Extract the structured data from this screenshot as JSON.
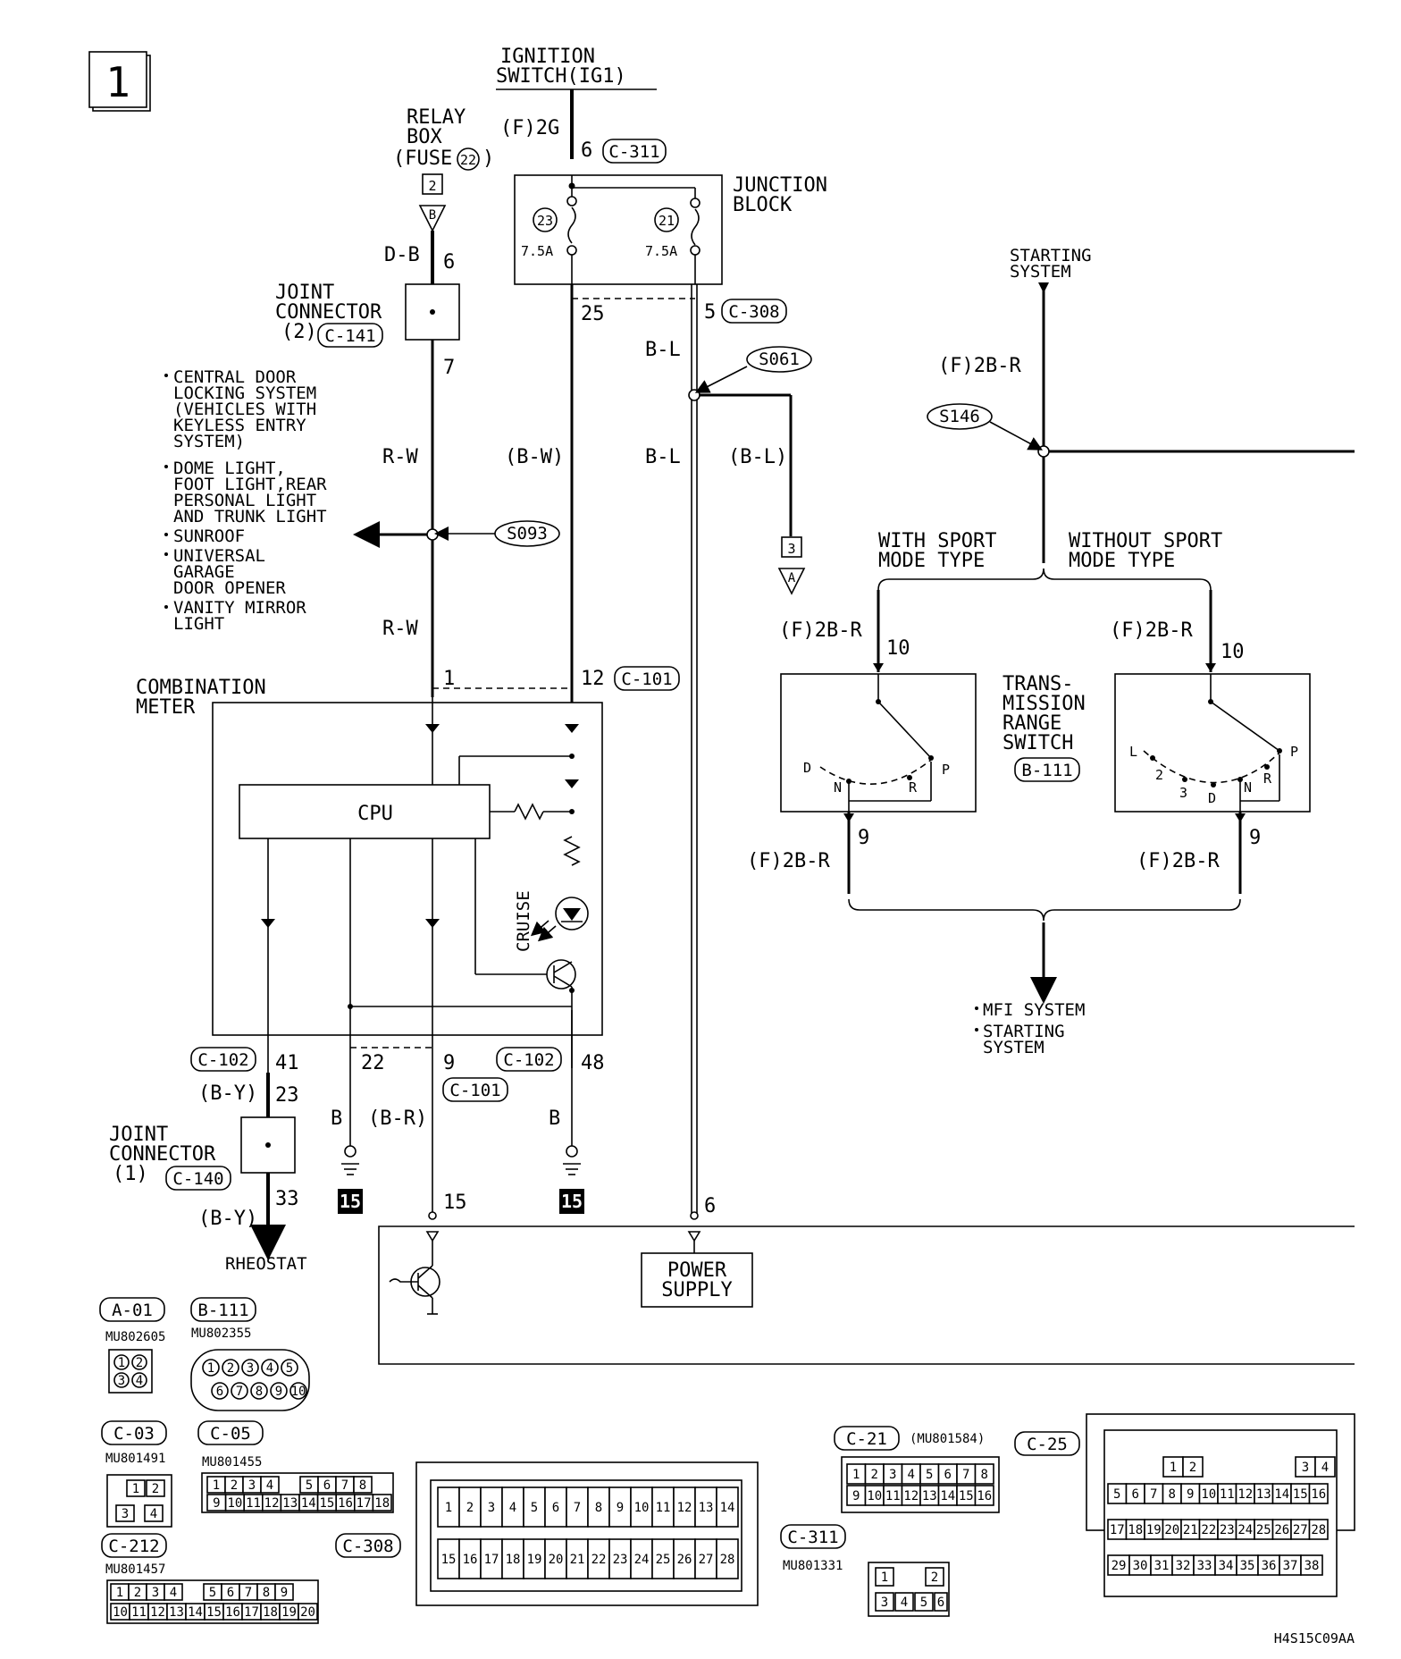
{
  "page_number": "1",
  "diagram_code": "H4S15C09AA",
  "power": {
    "ignition_switch_l1": "IGNITION",
    "ignition_switch_l2": "SWITCH(IG1)",
    "ig_wire": "(F)2G",
    "relay_box_l1": "RELAY",
    "relay_box_l2": "BOX",
    "relay_box_l3": "(FUSE",
    "relay_box_fuse": "22",
    "relay_box_l3_end": ")",
    "ref_2": "2",
    "ref_b": "B",
    "ref_3": "3",
    "ref_a": "A"
  },
  "junction_block": {
    "title_l1": "JUNCTION",
    "title_l2": "BLOCK",
    "in_pin": "6",
    "in_conn": "C-311",
    "fuse_23": "23",
    "fuse_21": "21",
    "rating_23": "7.5A",
    "rating_21": "7.5A",
    "out_pin_left": "25",
    "out_pin_right": "5",
    "out_conn": "C-308"
  },
  "joint_connector_2": {
    "title_l1": "JOINT",
    "title_l2": "CONNECTOR",
    "title_l3": "(2)",
    "conn": "C-141",
    "pin_in": "6",
    "pin_out": "7",
    "wire_in": "D-B"
  },
  "joint_connector_1": {
    "title_l1": "JOINT",
    "title_l2": "CONNECTOR",
    "title_l3": "(1)",
    "conn": "C-140",
    "pin_in": "23",
    "pin_out": "33",
    "wire_in": "(B-Y)",
    "wire_out": "(B-Y)",
    "destination": "RHEOSTAT"
  },
  "splices": {
    "s093": "S093",
    "s061": "S061",
    "s146": "S146"
  },
  "wires": {
    "rw_upper": "R-W",
    "rw_lower": "R-W",
    "bw": "(B-W)",
    "bl_upper": "B-L",
    "bl_lower": "B-L",
    "bl_branch": "(B-L)",
    "ground_b_left": "B",
    "br": "(B-R)",
    "ground_b_right": "B",
    "start_wire": "(F)2B-R"
  },
  "branch_list": [
    "CENTRAL DOOR",
    "LOCKING SYSTEM",
    "(VEHICLES WITH",
    " KEYLESS ENTRY",
    " SYSTEM)",
    "DOME LIGHT,",
    "FOOT LIGHT,REAR",
    "PERSONAL LIGHT",
    "AND TRUNK LIGHT",
    "SUNROOF",
    "UNIVERSAL",
    "GARAGE",
    "DOOR OPENER",
    "VANITY MIRROR",
    "LIGHT"
  ],
  "combination_meter": {
    "title_l1": "COMBINATION",
    "title_l2": "METER",
    "cpu": "CPU",
    "cruise": "CRUISE",
    "pin_1": "1",
    "pin_12": "12",
    "conn_top": "C-101",
    "conn_102_left": "C-102",
    "pin_41": "41",
    "pin_22": "22",
    "pin_9": "9",
    "conn_101_bottom": "C-101",
    "conn_102_right": "C-102",
    "pin_48": "48"
  },
  "grounds": {
    "left": "15",
    "right": "15"
  },
  "lower_pins": {
    "pin_15": "15",
    "pin_6": "6"
  },
  "power_supply": {
    "l1": "POWER",
    "l2": "SUPPLY"
  },
  "starting": {
    "title_l1": "STARTING",
    "title_l2": "SYSTEM",
    "with_l1": "WITH SPORT",
    "with_l2": "MODE TYPE",
    "without_l1": "WITHOUT SPORT",
    "without_l2": "MODE TYPE",
    "wire_with_top": "(F)2B-R",
    "wire_without_top": "(F)2B-R",
    "pin_10_left": "10",
    "pin_10_right": "10",
    "pin_9_left": "9",
    "pin_9_right": "9",
    "wire_with_bottom": "(F)2B-R",
    "wire_without_bottom": "(F)2B-R"
  },
  "trans_switch": {
    "title_l1": "TRANS-",
    "title_l2": "MISSION",
    "title_l3": "RANGE",
    "title_l4": "SWITCH",
    "conn": "B-111",
    "left_positions": [
      "D",
      "N",
      "R",
      "P"
    ],
    "right_positions": [
      "L",
      "2",
      "3",
      "D",
      "N",
      "R",
      "P"
    ]
  },
  "destinations": [
    "MFI SYSTEM",
    "STARTING",
    "SYSTEM"
  ],
  "connector_views": {
    "a01": {
      "code": "A-01",
      "part": "MU802605",
      "pins": [
        "1",
        "2",
        "3",
        "4"
      ]
    },
    "b111": {
      "code": "B-111",
      "part": "MU802355",
      "pins": [
        "1",
        "2",
        "3",
        "4",
        "5",
        "6",
        "7",
        "8",
        "9",
        "10"
      ]
    },
    "c03": {
      "code": "C-03",
      "part": "MU801491",
      "pins": [
        "1",
        "2",
        "3",
        "4"
      ]
    },
    "c05": {
      "code": "C-05",
      "part": "MU801455",
      "row1": [
        "1",
        "2",
        "3",
        "4",
        "5",
        "6",
        "7",
        "8"
      ],
      "row2": [
        "9",
        "10",
        "11",
        "12",
        "13",
        "14",
        "15",
        "16",
        "17",
        "18"
      ]
    },
    "c212": {
      "code": "C-212",
      "part": "MU801457",
      "row1": [
        "1",
        "2",
        "3",
        "4",
        "5",
        "6",
        "7",
        "8",
        "9"
      ],
      "row2": [
        "10",
        "11",
        "12",
        "13",
        "14",
        "15",
        "16",
        "17",
        "18",
        "19",
        "20"
      ]
    },
    "c308": {
      "code": "C-308",
      "row1": [
        "1",
        "2",
        "3",
        "4",
        "5",
        "6",
        "7",
        "8",
        "9",
        "10",
        "11",
        "12",
        "13",
        "14"
      ],
      "row2": [
        "15",
        "16",
        "17",
        "18",
        "19",
        "20",
        "21",
        "22",
        "23",
        "24",
        "25",
        "26",
        "27",
        "28"
      ]
    },
    "c21": {
      "code": "C-21",
      "part": "(MU801584)",
      "row1": [
        "1",
        "2",
        "3",
        "4",
        "5",
        "6",
        "7",
        "8"
      ],
      "row2": [
        "9",
        "10",
        "11",
        "12",
        "13",
        "14",
        "15",
        "16"
      ]
    },
    "c311": {
      "code": "C-311",
      "part": "MU801331",
      "pins": [
        "1",
        "2",
        "3",
        "4",
        "5",
        "6"
      ]
    },
    "c25": {
      "code": "C-25",
      "rowA": [
        "1",
        "2",
        "3",
        "4"
      ],
      "rowB": [
        "5",
        "6",
        "7",
        "8",
        "9",
        "10",
        "11",
        "12",
        "13",
        "14",
        "15",
        "16"
      ],
      "rowC": [
        "17",
        "18",
        "19",
        "20",
        "21",
        "22",
        "23",
        "24",
        "25",
        "26",
        "27",
        "28"
      ],
      "rowD": [
        "29",
        "30",
        "31",
        "32",
        "33",
        "34",
        "35",
        "36",
        "37",
        "38"
      ]
    }
  }
}
